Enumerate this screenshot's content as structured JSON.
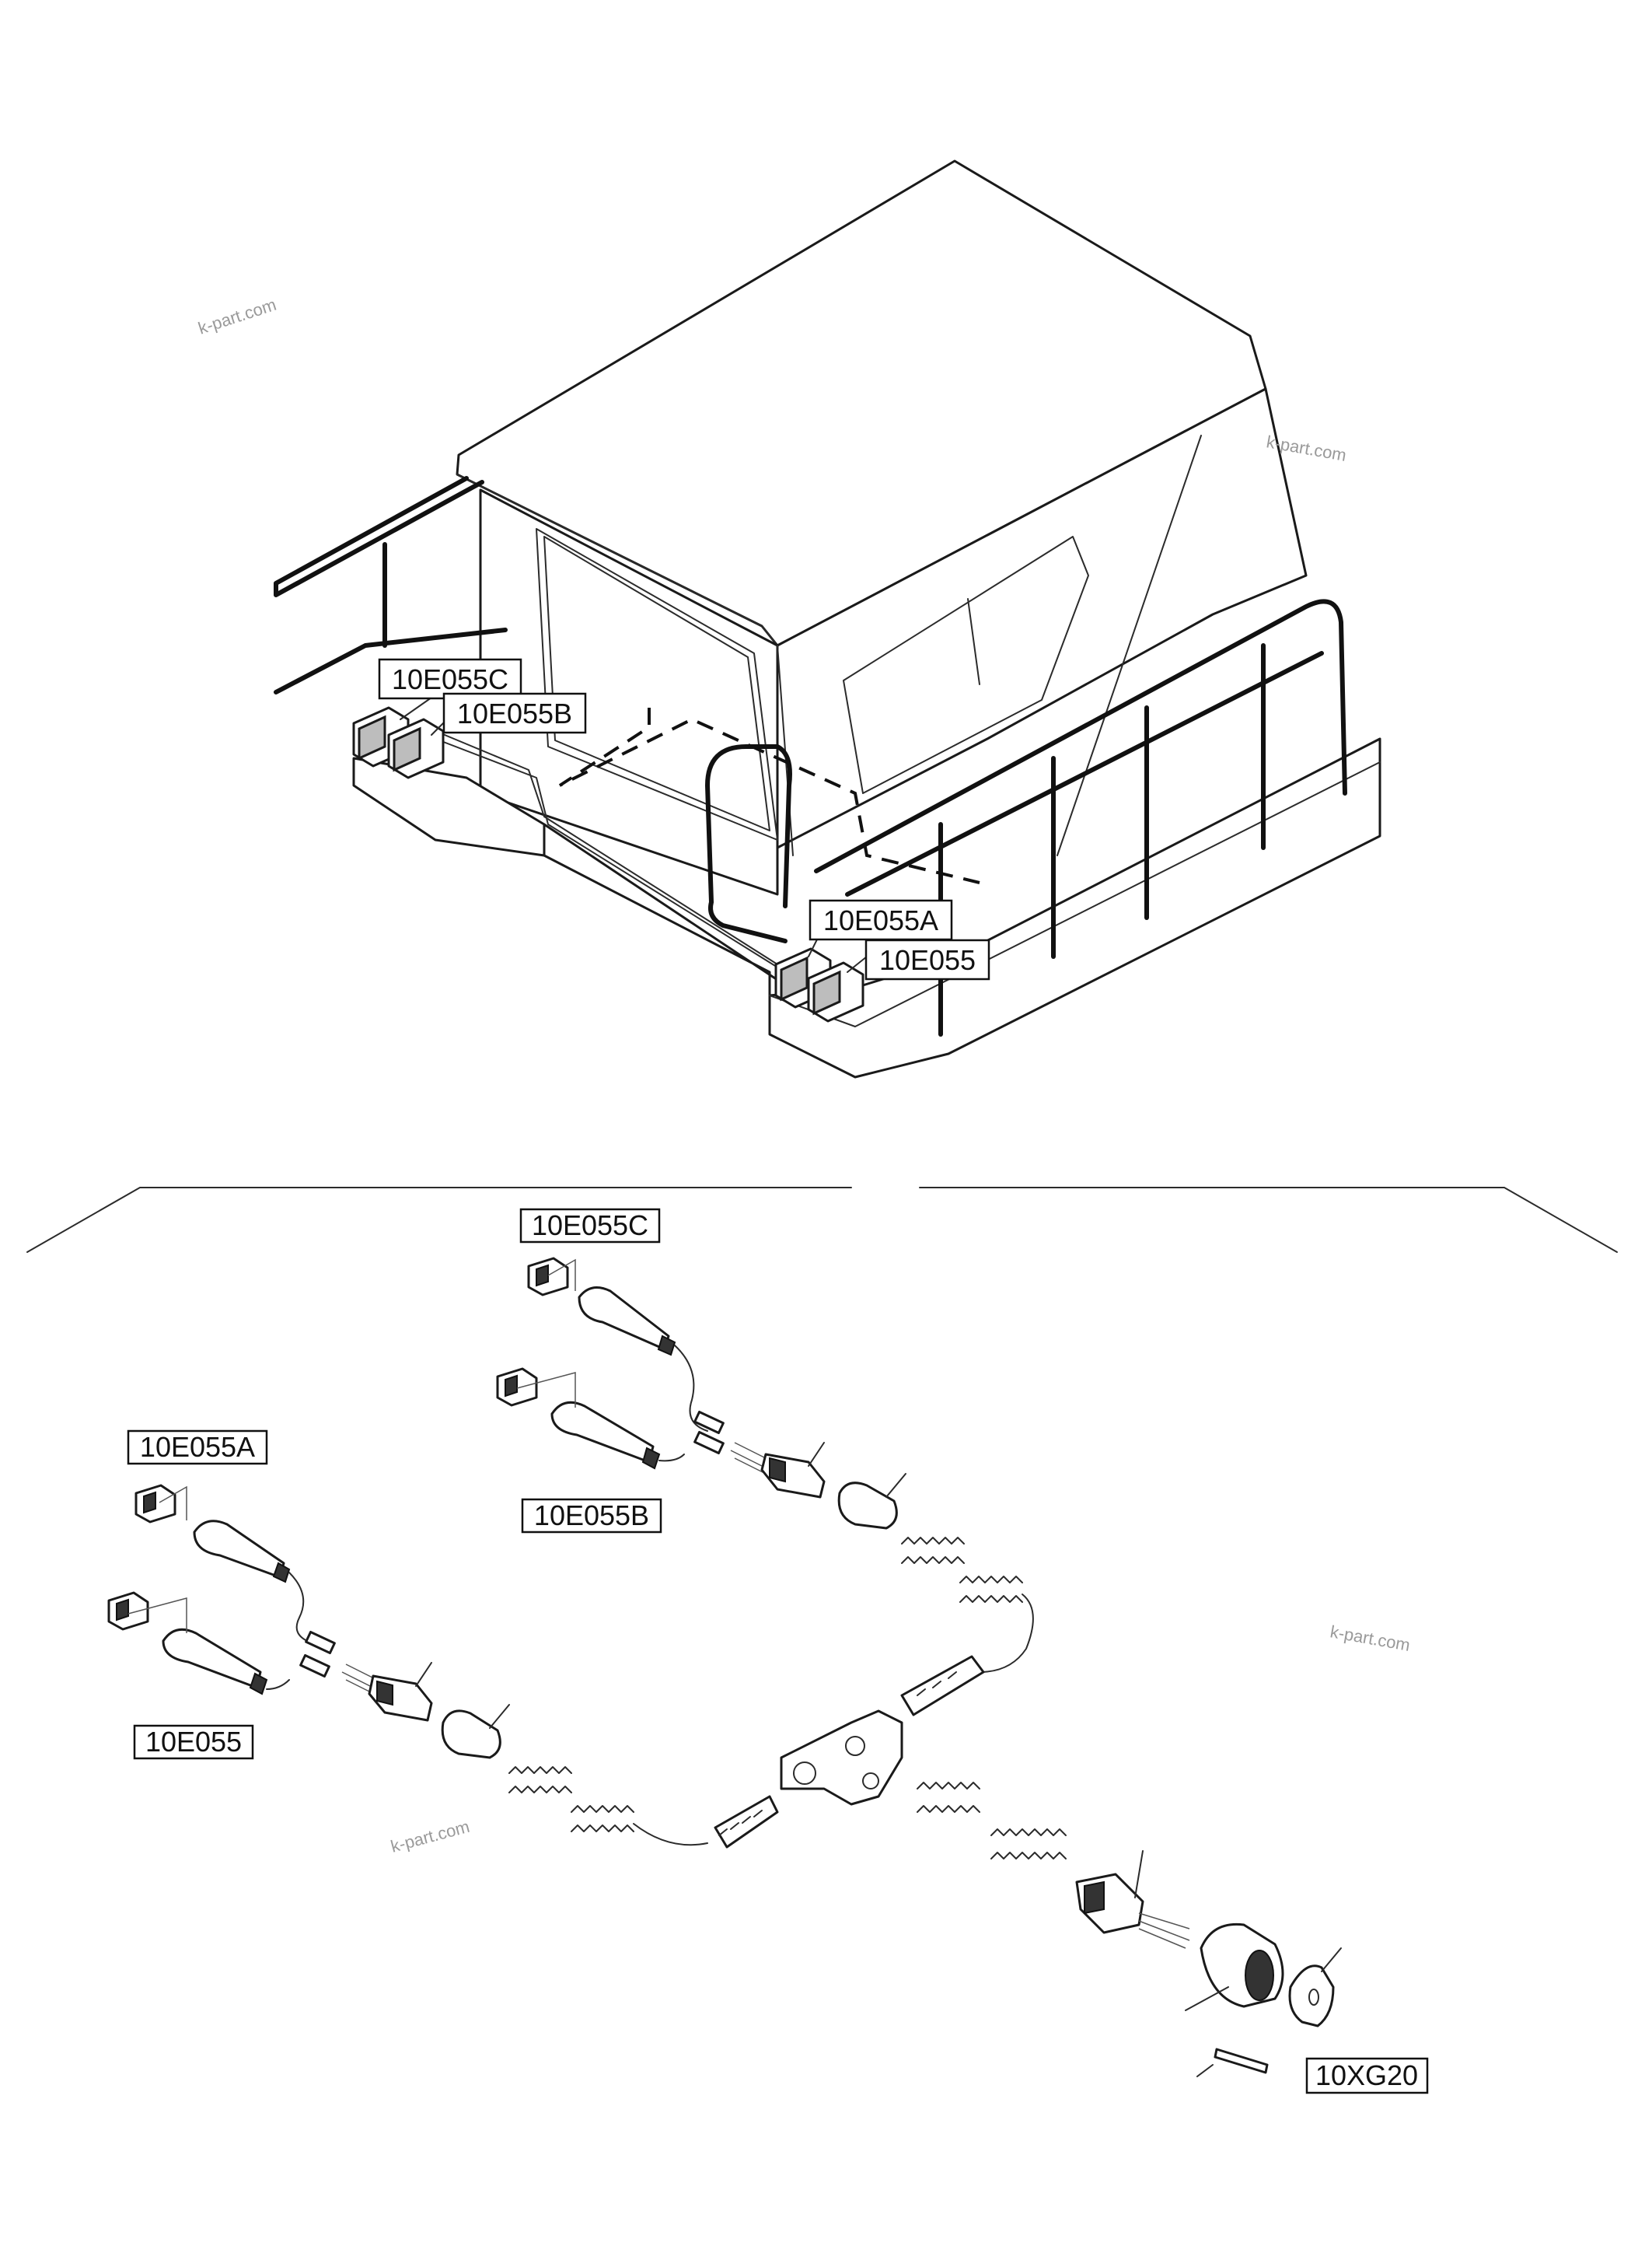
{
  "labels": {
    "top_c": "10E055C",
    "top_b": "10E055B",
    "top_a": "10E055A",
    "top_base": "10E055",
    "det_c": "10E055C",
    "det_b": "10E055B",
    "det_a": "10E055A",
    "det_base": "10E055",
    "det_xg": "10XG20"
  },
  "watermarks": [
    "k-part.com",
    "k-part.com",
    "k-part.com",
    "k-part.com"
  ]
}
